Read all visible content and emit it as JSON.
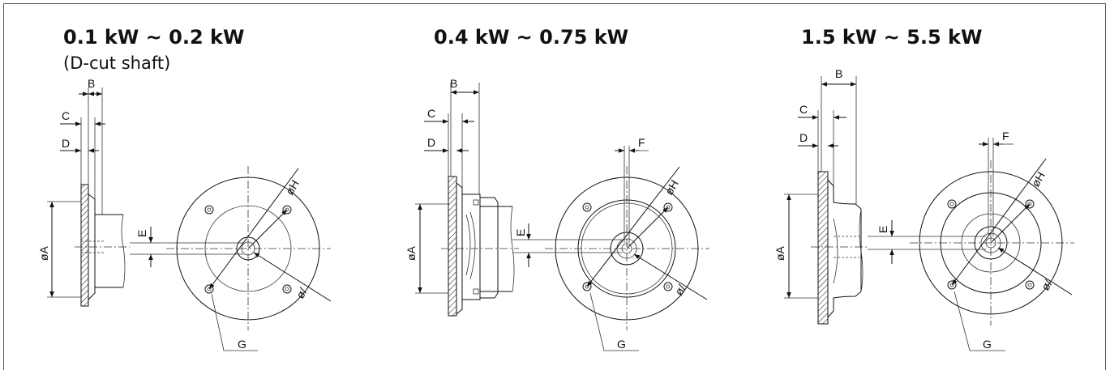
{
  "panels": [
    {
      "title": "0.1 kW ~ 0.2 kW",
      "subtitle": "(D-cut shaft)",
      "labels": {
        "B": "B",
        "C": "C",
        "D": "D",
        "E": "E",
        "A": "øA",
        "H": "øH",
        "I": "ø/",
        "G": "G"
      }
    },
    {
      "title": "0.4 kW ~ 0.75 kW",
      "labels": {
        "B": "B",
        "C": "C",
        "D": "D",
        "E": "E",
        "F": "F",
        "A": "øA",
        "H": "øH",
        "I": "ø/",
        "G": "G"
      }
    },
    {
      "title": "1.5 kW ~ 5.5 kW",
      "labels": {
        "B": "B",
        "C": "C",
        "D": "D",
        "E": "E",
        "F": "F",
        "A": "øA",
        "H": "øH",
        "I": "ø/",
        "G": "G"
      }
    }
  ]
}
